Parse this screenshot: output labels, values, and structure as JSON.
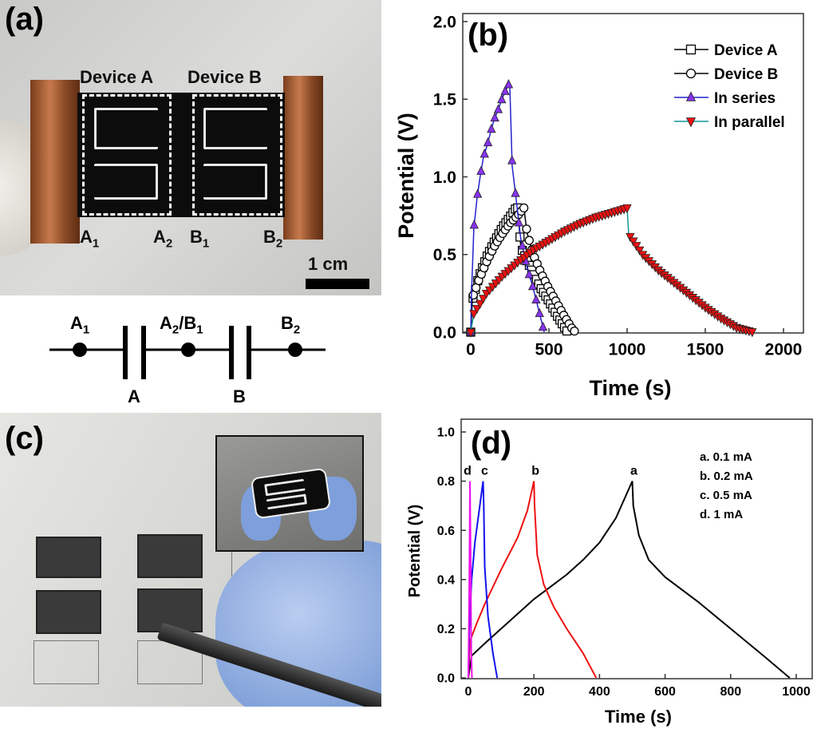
{
  "panel_a": {
    "label": "(a)",
    "device_a": "Device A",
    "device_b": "Device B",
    "terminals": [
      {
        "base": "A",
        "sub": "1"
      },
      {
        "base": "A",
        "sub": "2"
      },
      {
        "base": "B",
        "sub": "1"
      },
      {
        "base": "B",
        "sub": "2"
      }
    ],
    "scale_bar": "1 cm",
    "circuit": {
      "node1": {
        "base": "A",
        "sub": "1"
      },
      "node2": {
        "base": "A",
        "sub": "2",
        "sep": "/",
        "base2": "B",
        "sub2": "1"
      },
      "node3": {
        "base": "B",
        "sub": "2"
      },
      "cap_a": "A",
      "cap_b": "B"
    }
  },
  "panel_c": {
    "label": "(c)"
  },
  "chart_data": [
    {
      "panel": "(b)",
      "type": "line",
      "xlabel": "Time (s)",
      "ylabel": "Potential (V)",
      "xlim": [
        -50,
        2130
      ],
      "ylim": [
        0,
        2.05
      ],
      "xticks": [
        0,
        500,
        1000,
        1500,
        2000
      ],
      "yticks": [
        0.0,
        0.5,
        1.0,
        1.5,
        2.0
      ],
      "ytick_labels": [
        "0.0",
        "0.5",
        "1.0",
        "1.5",
        "2.0"
      ],
      "legend_position": "top-right",
      "series": [
        {
          "name": "Device A",
          "marker": "square",
          "color": "#000000",
          "fill": "#ffffff",
          "step": 15,
          "points": [
            [
              0,
              0
            ],
            [
              10,
              0.2
            ],
            [
              50,
              0.35
            ],
            [
              100,
              0.48
            ],
            [
              150,
              0.58
            ],
            [
              200,
              0.67
            ],
            [
              250,
              0.74
            ],
            [
              290,
              0.8
            ],
            [
              300,
              0.8
            ],
            [
              320,
              0.55
            ],
            [
              350,
              0.48
            ],
            [
              400,
              0.38
            ],
            [
              450,
              0.28
            ],
            [
              500,
              0.2
            ],
            [
              550,
              0.11
            ],
            [
              600,
              0.03
            ],
            [
              620,
              0
            ]
          ]
        },
        {
          "name": "Device B",
          "marker": "circle",
          "color": "#000000",
          "fill": "#ffffff",
          "step": 17,
          "points": [
            [
              0,
              0
            ],
            [
              10,
              0.22
            ],
            [
              50,
              0.33
            ],
            [
              100,
              0.45
            ],
            [
              150,
              0.55
            ],
            [
              200,
              0.63
            ],
            [
              250,
              0.7
            ],
            [
              300,
              0.75
            ],
            [
              340,
              0.8
            ],
            [
              360,
              0.64
            ],
            [
              400,
              0.5
            ],
            [
              450,
              0.38
            ],
            [
              500,
              0.28
            ],
            [
              550,
              0.19
            ],
            [
              600,
              0.1
            ],
            [
              650,
              0.02
            ],
            [
              670,
              0
            ]
          ]
        },
        {
          "name": "In series",
          "marker": "triangle-up",
          "color": "#2222cc",
          "fill": "#8833ee",
          "step": 22,
          "points": [
            [
              0,
              0
            ],
            [
              5,
              0.25
            ],
            [
              20,
              0.67
            ],
            [
              40,
              0.86
            ],
            [
              60,
              1.0
            ],
            [
              80,
              1.12
            ],
            [
              110,
              1.22
            ],
            [
              130,
              1.3
            ],
            [
              150,
              1.37
            ],
            [
              175,
              1.43
            ],
            [
              195,
              1.49
            ],
            [
              220,
              1.55
            ],
            [
              245,
              1.6
            ],
            [
              250,
              1.58
            ],
            [
              265,
              1.07
            ],
            [
              290,
              0.86
            ],
            [
              320,
              0.6
            ],
            [
              360,
              0.42
            ],
            [
              400,
              0.28
            ],
            [
              440,
              0.12
            ],
            [
              470,
              0
            ]
          ]
        },
        {
          "name": "In parallel",
          "marker": "triangle-down",
          "color": "#119999",
          "fill": "#ee1111",
          "step": 20,
          "points": [
            [
              0,
              0
            ],
            [
              20,
              0.12
            ],
            [
              100,
              0.25
            ],
            [
              200,
              0.36
            ],
            [
              300,
              0.45
            ],
            [
              400,
              0.53
            ],
            [
              500,
              0.59
            ],
            [
              600,
              0.65
            ],
            [
              700,
              0.7
            ],
            [
              800,
              0.74
            ],
            [
              900,
              0.77
            ],
            [
              1000,
              0.8
            ],
            [
              1010,
              0.63
            ],
            [
              1100,
              0.5
            ],
            [
              1200,
              0.4
            ],
            [
              1300,
              0.32
            ],
            [
              1400,
              0.24
            ],
            [
              1500,
              0.16
            ],
            [
              1600,
              0.09
            ],
            [
              1700,
              0.03
            ],
            [
              1810,
              0
            ]
          ]
        }
      ]
    },
    {
      "panel": "(d)",
      "type": "line",
      "xlabel": "Time (s)",
      "ylabel": "Potential (V)",
      "xlim": [
        -20,
        1050
      ],
      "ylim": [
        0,
        1.05
      ],
      "xticks": [
        0,
        200,
        400,
        600,
        800,
        1000
      ],
      "yticks": [
        0.0,
        0.2,
        0.4,
        0.6,
        0.8,
        1.0
      ],
      "ytick_labels": [
        "0.0",
        "0.2",
        "0.4",
        "0.6",
        "0.8",
        "1.0"
      ],
      "legend_position": "top-right",
      "legend": [
        "a. 0.1 mA",
        "b. 0.2 mA",
        "c. 0.5 mA",
        "d.    1 mA"
      ],
      "series": [
        {
          "name": "a",
          "current": "0.1 mA",
          "color": "#000000",
          "points": [
            [
              0,
              0
            ],
            [
              10,
              0.09
            ],
            [
              50,
              0.14
            ],
            [
              100,
              0.2
            ],
            [
              150,
              0.26
            ],
            [
              200,
              0.32
            ],
            [
              250,
              0.37
            ],
            [
              300,
              0.42
            ],
            [
              350,
              0.48
            ],
            [
              400,
              0.55
            ],
            [
              450,
              0.65
            ],
            [
              500,
              0.8
            ],
            [
              503,
              0.7
            ],
            [
              520,
              0.58
            ],
            [
              550,
              0.48
            ],
            [
              600,
              0.41
            ],
            [
              700,
              0.31
            ],
            [
              800,
              0.2
            ],
            [
              900,
              0.09
            ],
            [
              980,
              0
            ]
          ]
        },
        {
          "name": "b",
          "current": "0.2 mA",
          "color": "#ee1111",
          "points": [
            [
              0,
              0
            ],
            [
              5,
              0.15
            ],
            [
              25,
              0.22
            ],
            [
              50,
              0.3
            ],
            [
              100,
              0.44
            ],
            [
              150,
              0.57
            ],
            [
              180,
              0.68
            ],
            [
              200,
              0.8
            ],
            [
              202,
              0.7
            ],
            [
              210,
              0.5
            ],
            [
              230,
              0.38
            ],
            [
              260,
              0.29
            ],
            [
              300,
              0.2
            ],
            [
              350,
              0.1
            ],
            [
              390,
              0
            ]
          ]
        },
        {
          "name": "c",
          "current": "0.5 mA",
          "color": "#1111ee",
          "points": [
            [
              0,
              0
            ],
            [
              3,
              0.2
            ],
            [
              10,
              0.4
            ],
            [
              20,
              0.55
            ],
            [
              30,
              0.65
            ],
            [
              45,
              0.8
            ],
            [
              47,
              0.7
            ],
            [
              50,
              0.45
            ],
            [
              60,
              0.25
            ],
            [
              75,
              0.1
            ],
            [
              88,
              0
            ]
          ]
        },
        {
          "name": "d",
          "current": "1 mA",
          "color": "#ee11ee",
          "points": [
            [
              0,
              0
            ],
            [
              3,
              0.4
            ],
            [
              5,
              0.8
            ],
            [
              7,
              0.5
            ],
            [
              9,
              0.1
            ],
            [
              11,
              0
            ]
          ]
        }
      ]
    }
  ]
}
